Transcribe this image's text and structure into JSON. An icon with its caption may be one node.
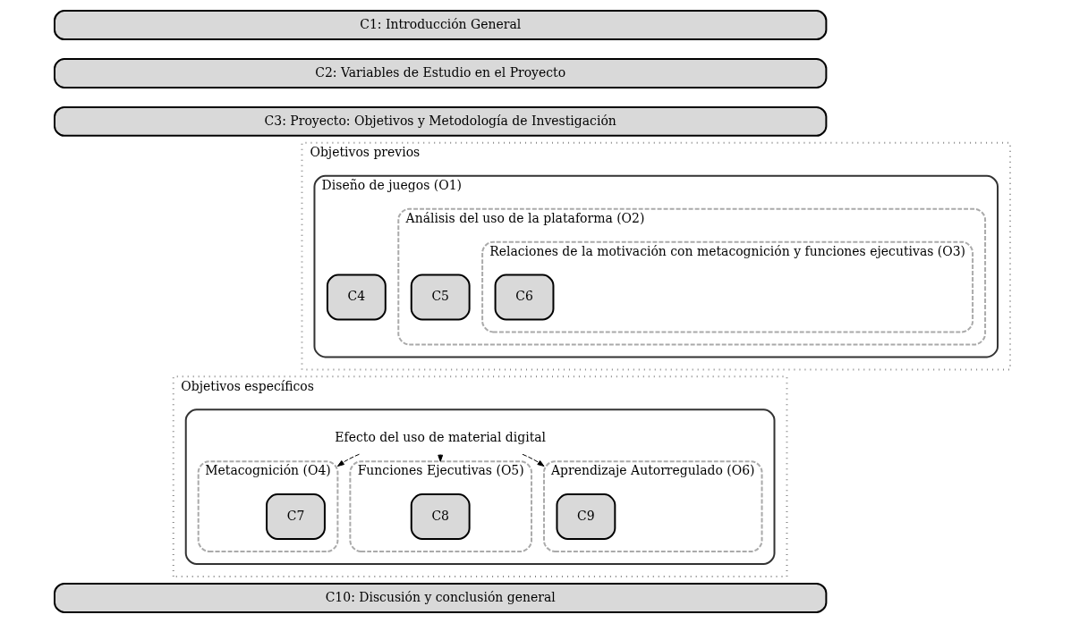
{
  "diagram": {
    "nodes": [
      {
        "text": [
          "C1: Introducción General"
        ]
      },
      {
        "text": [
          "C2: Variables de Estudio en el Proyecto"
        ]
      },
      {
        "text": [
          "C3: Proyecto: Objetivos y Metodología de Investigación"
        ]
      },
      {
        "text": [
          "Objetivos previos"
        ]
      },
      {
        "text": [
          "Diseño de juegos (O1)"
        ],
        "in": 3
      },
      {
        "text": [
          "C4"
        ],
        "in": 4
      },
      {
        "text": [
          "Análisis del uso de la plataforma (O2)"
        ],
        "in": 4
      },
      {
        "text": [
          "C5"
        ],
        "in": 6
      },
      {
        "text": [
          "Relaciones de la motivación con metacognición y funciones ejecutivas (O3)"
        ],
        "in": 6
      },
      {
        "text": [
          "C6"
        ],
        "in": 8
      },
      {
        "text": [
          "Objetivos específicos"
        ]
      },
      {
        "text": [],
        "shape": "box",
        "in": 10
      },
      {
        "text": [
          "Efecto del uso de material digital"
        ],
        "in": 11
      },
      {
        "text": [
          "Metacognición (O4)"
        ],
        "in": 11
      },
      {
        "text": [
          "C7"
        ],
        "in": 13
      },
      {
        "text": [
          "Funciones Ejecutivas (O5)"
        ],
        "in": 11
      },
      {
        "text": [
          "C8"
        ],
        "in": 15
      },
      {
        "text": [
          "Aprendizaje Autorregulado (O6)"
        ],
        "in": 11
      },
      {
        "text": [
          "C9"
        ],
        "in": 17
      },
      {
        "text": [
          "C10: Discusión y conclusión general"
        ]
      }
    ],
    "edges": [
      {
        "from": 12,
        "to": 13,
        "arrow": "to",
        "style": "dashed"
      },
      {
        "from": 12,
        "to": 15,
        "arrow": "to",
        "style": "dashed"
      },
      {
        "from": 12,
        "to": 17,
        "arrow": "to",
        "style": "dashed"
      }
    ]
  }
}
